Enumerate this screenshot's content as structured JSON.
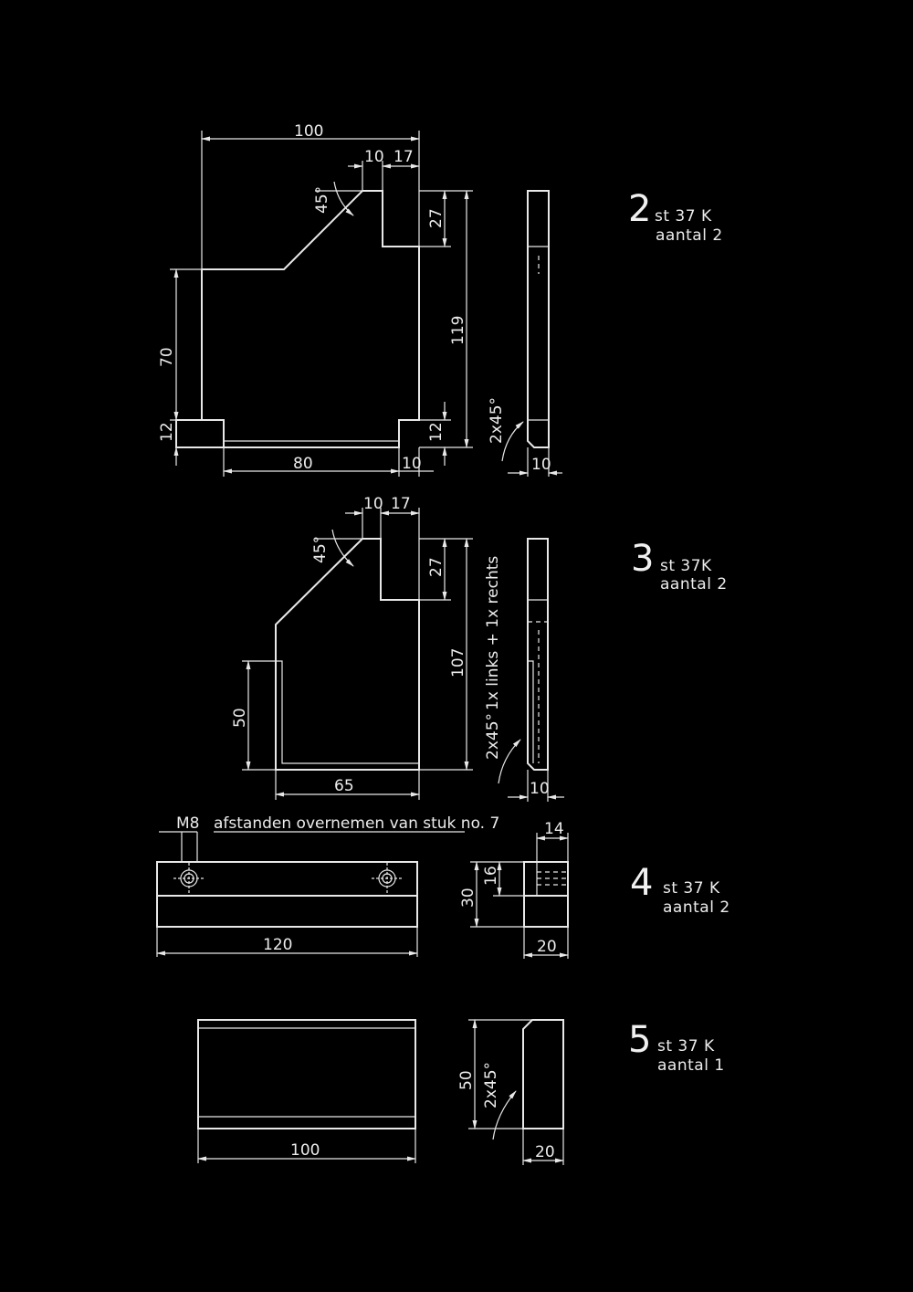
{
  "parts": [
    {
      "number": "2",
      "material": "st 37 K",
      "quantity": "aantal  2",
      "dims": {
        "width": "100",
        "a": "10",
        "b": "17",
        "angle": "45°",
        "depth": "27",
        "height": "119",
        "left_height": "70",
        "foot_height": "12",
        "foot_right_height": "12",
        "bottom_length": "80",
        "foot_width": "10",
        "chamfer": "2x45°",
        "thickness": "10"
      }
    },
    {
      "number": "3",
      "material": "st 37K",
      "quantity": "aantal 2",
      "dims": {
        "a": "10",
        "b": "17",
        "angle": "45°",
        "depth": "27",
        "height": "107",
        "left_height": "50",
        "bottom_length": "65",
        "chamfer": "2x45°",
        "note": "1x links + 1x rechts",
        "thickness": "10"
      }
    },
    {
      "number": "4",
      "material": "st 37 K",
      "quantity": "aantal  2",
      "note_thread": "M8",
      "note_text": "afstanden overnemen van stuk no. 7",
      "dims": {
        "length": "120",
        "height": "30",
        "slot": "16",
        "side_top": "14",
        "side_width": "20"
      }
    },
    {
      "number": "5",
      "material": "st 37 K",
      "quantity": "aantal  1",
      "dims": {
        "length": "100",
        "height": "50",
        "chamfer": "2x45°",
        "side_width": "20"
      }
    }
  ]
}
